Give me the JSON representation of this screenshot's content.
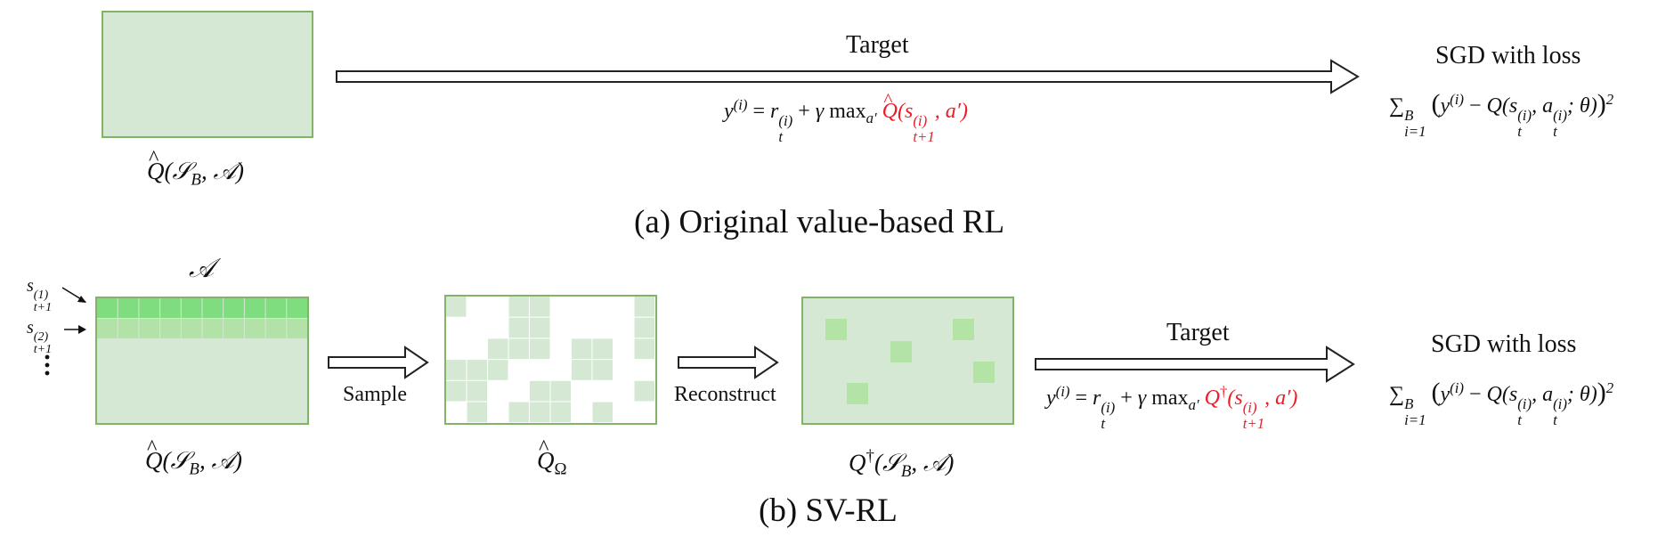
{
  "panel_a": {
    "arrow_label": "Target",
    "update_title": "SGD with loss",
    "caption": "(a) Original value-based RL"
  },
  "panel_b": {
    "sample_label": "Sample",
    "reconstruct_label": "Reconstruct",
    "arrow_label": "Target",
    "update_title": "SGD with loss",
    "caption": "(b) SV-RL",
    "action_set_label": "𝒜"
  },
  "colors": {
    "matrix_fill": "#d5e8d4",
    "matrix_border": "#82b366",
    "row_highlight_1": "#7fdc7f",
    "row_highlight_2": "#b2e2a8",
    "sampled_cell": "#d5e8d4",
    "reconstructed_highlight": "#b4e3a6",
    "red_math": "#ee1c25"
  },
  "icons": [
    "hollow-arrow-icon",
    "pointer-arrow-icon",
    "vertical-ellipsis-icon"
  ]
}
